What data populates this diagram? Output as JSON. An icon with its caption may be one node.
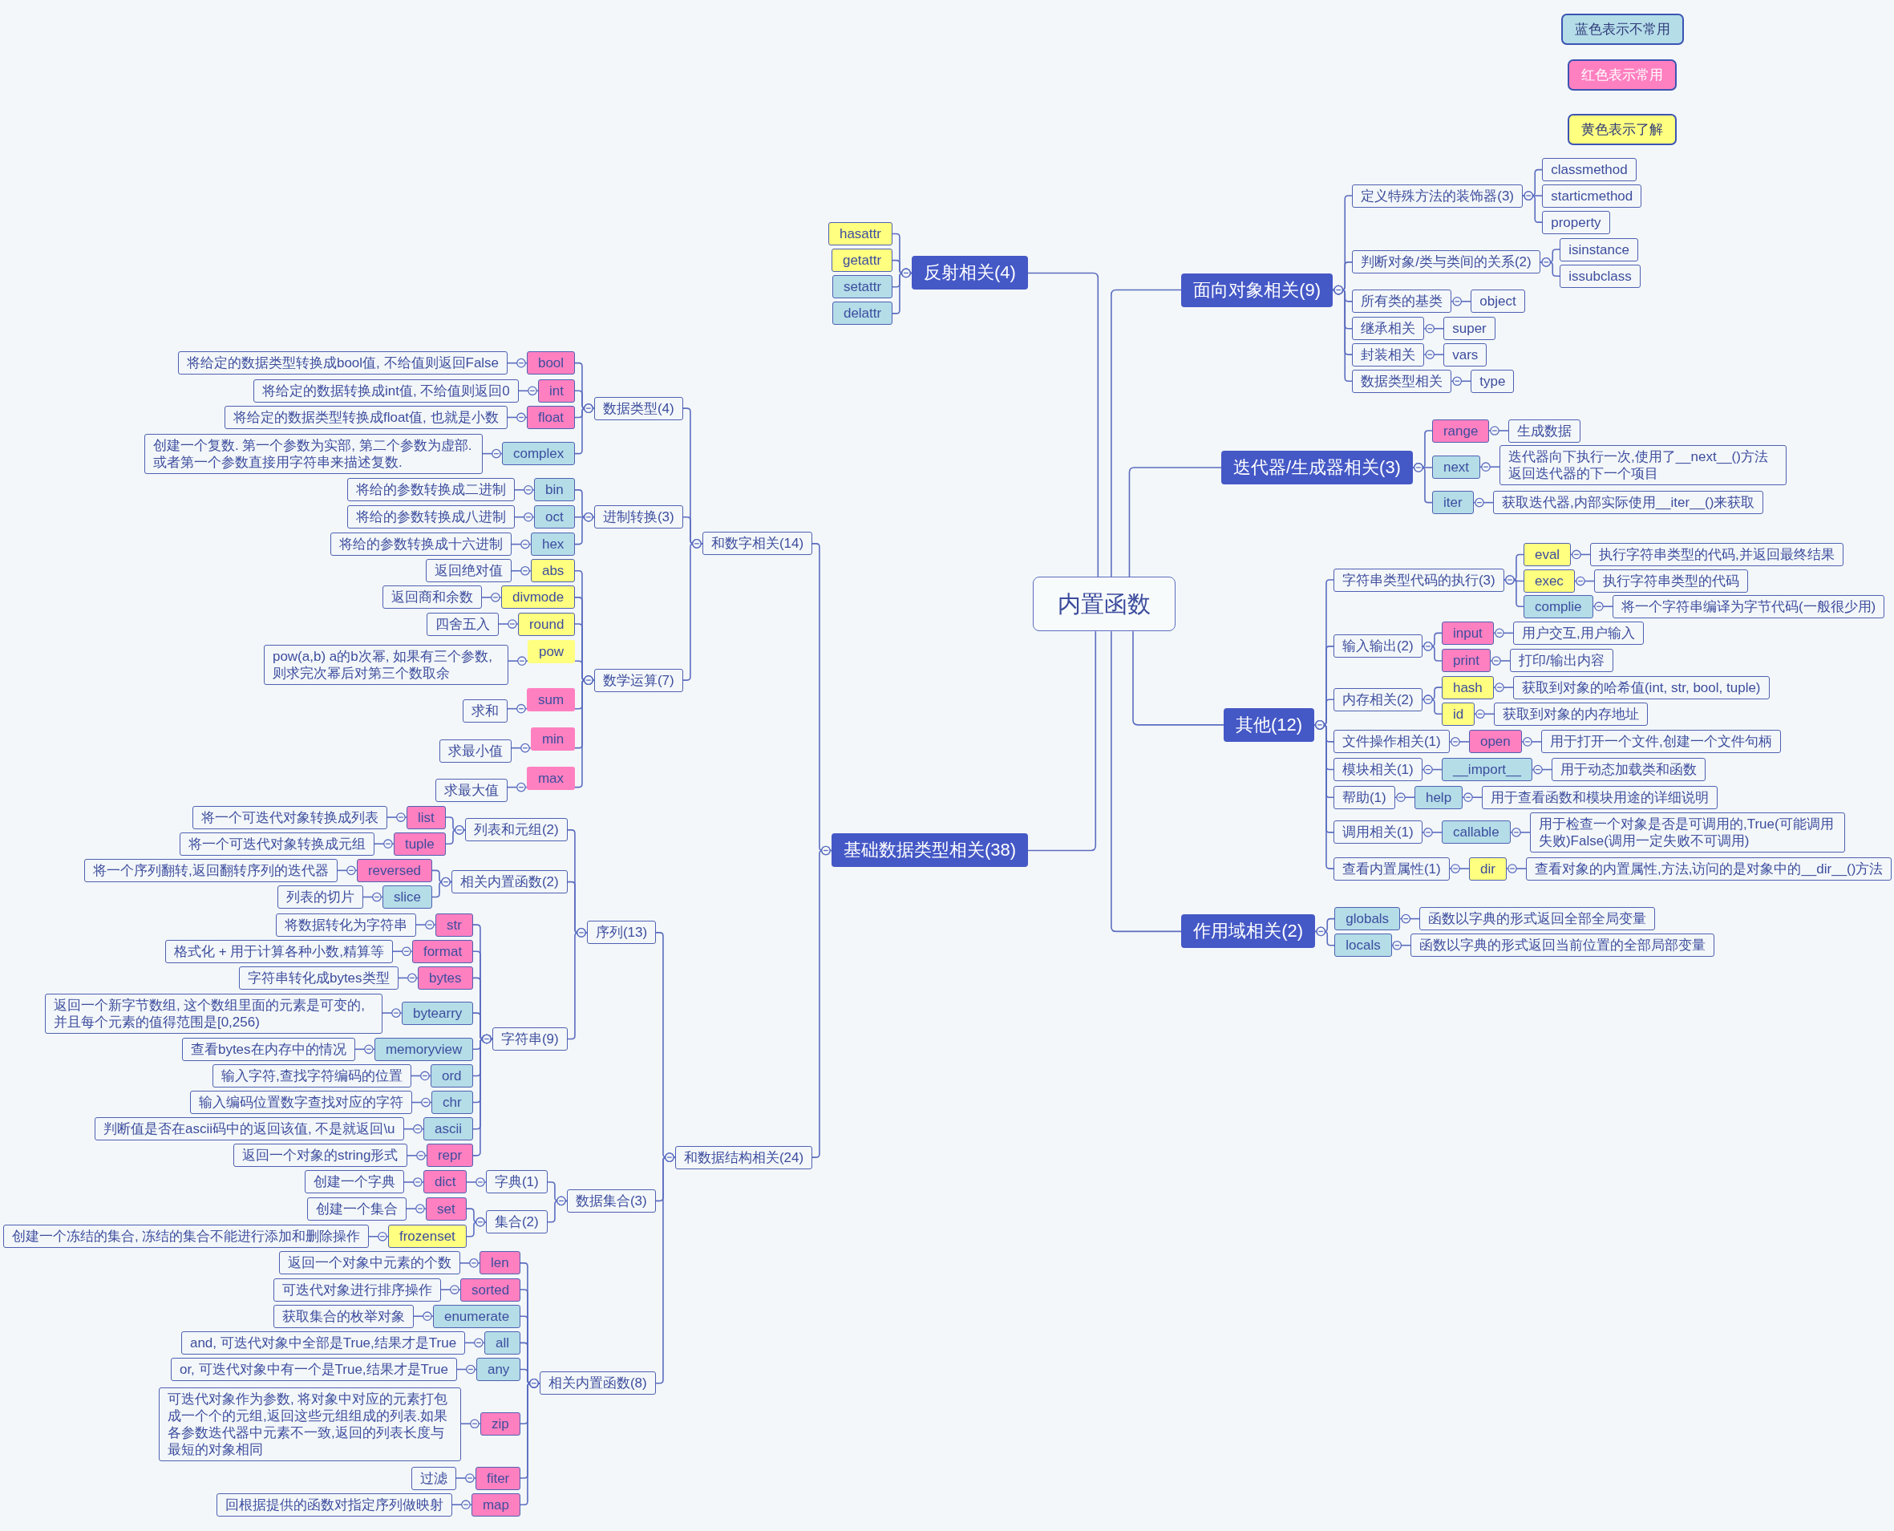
{
  "diagram": {
    "nodes": [
      {
        "text": [
          "内置函数"
        ]
      },
      {
        "text": [
          "面向对象相关(9)"
        ]
      },
      {
        "text": [
          "定义特殊方法的装饰器(3)"
        ]
      },
      {
        "text": [
          "classmethod"
        ]
      },
      {
        "text": [
          "starticmethod"
        ]
      },
      {
        "text": [
          "property"
        ]
      },
      {
        "text": [
          "判断对象/类与类间的关系(2)"
        ]
      },
      {
        "text": [
          "isinstance"
        ]
      },
      {
        "text": [
          "issubclass"
        ]
      },
      {
        "text": [
          "所有类的基类"
        ]
      },
      {
        "text": [
          "object"
        ]
      },
      {
        "text": [
          "继承相关"
        ]
      },
      {
        "text": [
          "super"
        ]
      },
      {
        "text": [
          "封装相关"
        ]
      },
      {
        "text": [
          "vars"
        ]
      },
      {
        "text": [
          "数据类型相关"
        ]
      },
      {
        "text": [
          "type"
        ]
      },
      {
        "text": [
          "迭代器/生成器相关(3)"
        ]
      },
      {
        "text": [
          "range"
        ]
      },
      {
        "text": [
          "生成数据"
        ]
      },
      {
        "text": [
          "next"
        ]
      },
      {
        "text": [
          "迭代器向下执行一次,使用了__next__()方法返回迭代器的下一个项目"
        ]
      },
      {
        "text": [
          "iter"
        ]
      },
      {
        "text": [
          "获取迭代器,内部实际使用__iter__()来获取"
        ]
      },
      {
        "text": [
          "其他(12)"
        ]
      },
      {
        "text": [
          "字符串类型代码的执行(3)"
        ]
      },
      {
        "text": [
          "eval"
        ]
      },
      {
        "text": [
          "执行字符串类型的代码,并返回最终结果"
        ]
      },
      {
        "text": [
          "exec"
        ]
      },
      {
        "text": [
          "执行字符串类型的代码"
        ]
      },
      {
        "text": [
          "complie"
        ]
      },
      {
        "text": [
          "将一个字符串编译为字节代码(一般很少用)"
        ]
      },
      {
        "text": [
          "输入输出(2)"
        ]
      },
      {
        "text": [
          "input"
        ]
      },
      {
        "text": [
          "用户交互,用户输入"
        ]
      },
      {
        "text": [
          "print"
        ]
      },
      {
        "text": [
          "打印/输出内容"
        ]
      },
      {
        "text": [
          "内存相关(2)"
        ]
      },
      {
        "text": [
          "hash"
        ]
      },
      {
        "text": [
          "获取到对象的哈希值(int, str, bool, tuple)"
        ]
      },
      {
        "text": [
          "id"
        ]
      },
      {
        "text": [
          "获取到对象的内存地址"
        ]
      },
      {
        "text": [
          "文件操作相关(1)"
        ]
      },
      {
        "text": [
          "open"
        ]
      },
      {
        "text": [
          "用于打开一个文件,创建一个文件句柄"
        ]
      },
      {
        "text": [
          "模块相关(1)"
        ]
      },
      {
        "text": [
          "__import__"
        ]
      },
      {
        "text": [
          "用于动态加载类和函数"
        ]
      },
      {
        "text": [
          "帮助(1)"
        ]
      },
      {
        "text": [
          "help"
        ]
      },
      {
        "text": [
          "用于查看函数和模块用途的详细说明"
        ]
      },
      {
        "text": [
          "调用相关(1)"
        ]
      },
      {
        "text": [
          "callable"
        ]
      },
      {
        "text": [
          "用于检查一个对象是否是可调用的,True(可能调用失败)False(调用一定失败不可调用)"
        ]
      },
      {
        "text": [
          "查看内置属性(1)"
        ]
      },
      {
        "text": [
          "dir"
        ]
      },
      {
        "text": [
          "查看对象的内置属性,方法,访问的是对象中的__dir__()方法"
        ]
      },
      {
        "text": [
          "作用域相关(2)"
        ]
      },
      {
        "text": [
          "globals"
        ]
      },
      {
        "text": [
          "函数以字典的形式返回全部全局变量"
        ]
      },
      {
        "text": [
          "locals"
        ]
      },
      {
        "text": [
          "函数以字典的形式返回当前位置的全部局部变量"
        ]
      },
      {
        "text": [
          "基础数据类型相关(38)"
        ]
      },
      {
        "text": [
          "和数字相关(14)"
        ]
      },
      {
        "text": [
          "数据类型(4)"
        ]
      },
      {
        "text": [
          "bool"
        ]
      },
      {
        "text": [
          "将给定的数据类型转换成bool值, 不给值则返回False"
        ]
      },
      {
        "text": [
          "int"
        ]
      },
      {
        "text": [
          "将给定的数据转换成int值, 不给值则返回0"
        ]
      },
      {
        "text": [
          "float"
        ]
      },
      {
        "text": [
          "将给定的数据类型转换成float值, 也就是小数"
        ]
      },
      {
        "text": [
          "complex"
        ]
      },
      {
        "text": [
          "创建一个复数. 第一个参数为实部, 第二个参数为虚部.或者第一个参数直接用字符串来描述复数."
        ]
      },
      {
        "text": [
          "进制转换(3)"
        ]
      },
      {
        "text": [
          "bin"
        ]
      },
      {
        "text": [
          "将给的参数转换成二进制"
        ]
      },
      {
        "text": [
          "oct"
        ]
      },
      {
        "text": [
          "将给的参数转换成八进制"
        ]
      },
      {
        "text": [
          "hex"
        ]
      },
      {
        "text": [
          "将给的参数转换成十六进制"
        ]
      },
      {
        "text": [
          "数学运算(7)"
        ]
      },
      {
        "text": [
          "abs"
        ]
      },
      {
        "text": [
          "返回绝对值"
        ]
      },
      {
        "text": [
          "divmode"
        ]
      },
      {
        "text": [
          "返回商和余数"
        ]
      },
      {
        "text": [
          "round"
        ]
      },
      {
        "text": [
          "四舍五入"
        ]
      },
      {
        "text": [
          "pow"
        ]
      },
      {
        "text": [
          "pow(a,b) a的b次幂, 如果有三个参数,则求完次幂后对第三个数取余"
        ]
      },
      {
        "text": [
          "sum"
        ]
      },
      {
        "text": [
          "求和"
        ]
      },
      {
        "text": [
          "min"
        ]
      },
      {
        "text": [
          "求最小值"
        ]
      },
      {
        "text": [
          "max"
        ]
      },
      {
        "text": [
          "求最大值"
        ]
      },
      {
        "text": [
          "和数据结构相关(24)"
        ]
      },
      {
        "text": [
          "序列(13)"
        ]
      },
      {
        "text": [
          "列表和元组(2)"
        ]
      },
      {
        "text": [
          "list"
        ]
      },
      {
        "text": [
          "将一个可迭代对象转换成列表"
        ]
      },
      {
        "text": [
          "tuple"
        ]
      },
      {
        "text": [
          "将一个可迭代对象转换成元组"
        ]
      },
      {
        "text": [
          "相关内置函数(2)"
        ]
      },
      {
        "text": [
          "reversed"
        ]
      },
      {
        "text": [
          "将一个序列翻转,返回翻转序列的迭代器"
        ]
      },
      {
        "text": [
          "slice"
        ]
      },
      {
        "text": [
          "列表的切片"
        ]
      },
      {
        "text": [
          "字符串(9)"
        ]
      },
      {
        "text": [
          "str"
        ]
      },
      {
        "text": [
          "将数据转化为字符串"
        ]
      },
      {
        "text": [
          "format"
        ]
      },
      {
        "text": [
          "格式化 + 用于计算各种小数,精算等"
        ]
      },
      {
        "text": [
          "bytes"
        ]
      },
      {
        "text": [
          "字符串转化成bytes类型"
        ]
      },
      {
        "text": [
          "bytearry"
        ]
      },
      {
        "text": [
          "返回一个新字节数组, 这个数组里面的元素是可变的,并且每个元素的值得范围是[0,256)"
        ]
      },
      {
        "text": [
          "memoryview"
        ]
      },
      {
        "text": [
          "查看bytes在内存中的情况"
        ]
      },
      {
        "text": [
          "ord"
        ]
      },
      {
        "text": [
          "输入字符,查找字符编码的位置"
        ]
      },
      {
        "text": [
          "chr"
        ]
      },
      {
        "text": [
          "输入编码位置数字查找对应的字符"
        ]
      },
      {
        "text": [
          "ascii"
        ]
      },
      {
        "text": [
          "判断值是否在ascii码中的返回该值, 不是就返回\\u"
        ]
      },
      {
        "text": [
          "repr"
        ]
      },
      {
        "text": [
          "返回一个对象的string形式"
        ]
      },
      {
        "text": [
          "数据集合(3)"
        ]
      },
      {
        "text": [
          "字典(1)"
        ]
      },
      {
        "text": [
          "dict"
        ]
      },
      {
        "text": [
          "创建一个字典"
        ]
      },
      {
        "text": [
          "集合(2)"
        ]
      },
      {
        "text": [
          "set"
        ]
      },
      {
        "text": [
          "创建一个集合"
        ]
      },
      {
        "text": [
          "frozenset"
        ]
      },
      {
        "text": [
          "创建一个冻结的集合, 冻结的集合不能进行添加和删除操作"
        ]
      },
      {
        "text": [
          "相关内置函数(8)"
        ]
      },
      {
        "text": [
          "len"
        ]
      },
      {
        "text": [
          "返回一个对象中元素的个数"
        ]
      },
      {
        "text": [
          "sorted"
        ]
      },
      {
        "text": [
          "可迭代对象进行排序操作"
        ]
      },
      {
        "text": [
          "enumerate"
        ]
      },
      {
        "text": [
          "获取集合的枚举对象"
        ]
      },
      {
        "text": [
          "all"
        ]
      },
      {
        "text": [
          "and, 可迭代对象中全部是True,结果才是True"
        ]
      },
      {
        "text": [
          "any"
        ]
      },
      {
        "text": [
          "or, 可迭代对象中有一个是True,结果才是True"
        ]
      },
      {
        "text": [
          "zip"
        ]
      },
      {
        "text": [
          "可迭代对象作为参数, 将对象中对应的元素打包成一个个的元组,返回这些元组组成的列表.如果各参数迭代器中元素不一致,返回的列表长度与最短的对象相同"
        ]
      },
      {
        "text": [
          "fiter"
        ]
      },
      {
        "text": [
          "过滤"
        ]
      },
      {
        "text": [
          "map"
        ]
      },
      {
        "text": [
          "回根据提供的函数对指定序列做映射"
        ]
      },
      {
        "text": [
          "反射相关(4)"
        ]
      },
      {
        "text": [
          "hasattr"
        ]
      },
      {
        "text": [
          "getattr"
        ]
      },
      {
        "text": [
          "setattr"
        ]
      },
      {
        "text": [
          "delattr"
        ]
      }
    ],
    "edges": [
      {
        "from": 0,
        "to": 1,
        "arrow": "none"
      },
      {
        "from": 1,
        "to": 2,
        "arrow": "other"
      },
      {
        "from": 2,
        "to": 3,
        "arrow": "other"
      },
      {
        "from": 2,
        "to": 4,
        "arrow": "other"
      },
      {
        "from": 2,
        "to": 5,
        "arrow": "other"
      },
      {
        "from": 1,
        "to": 6,
        "arrow": "other"
      },
      {
        "from": 6,
        "to": 7,
        "arrow": "other"
      },
      {
        "from": 6,
        "to": 8,
        "arrow": "other"
      },
      {
        "from": 1,
        "to": 9,
        "arrow": "other"
      },
      {
        "from": 9,
        "to": 10,
        "arrow": "other"
      },
      {
        "from": 1,
        "to": 11,
        "arrow": "other"
      },
      {
        "from": 11,
        "to": 12,
        "arrow": "other"
      },
      {
        "from": 1,
        "to": 13,
        "arrow": "other"
      },
      {
        "from": 13,
        "to": 14,
        "arrow": "other"
      },
      {
        "from": 1,
        "to": 15,
        "arrow": "other"
      },
      {
        "from": 15,
        "to": 16,
        "arrow": "other"
      },
      {
        "from": 0,
        "to": 17,
        "arrow": "none"
      },
      {
        "from": 17,
        "to": 18,
        "arrow": "other"
      },
      {
        "from": 18,
        "to": 19,
        "arrow": "other"
      },
      {
        "from": 17,
        "to": 20,
        "arrow": "other"
      },
      {
        "from": 20,
        "to": 21,
        "arrow": "other"
      },
      {
        "from": 17,
        "to": 22,
        "arrow": "other"
      },
      {
        "from": 22,
        "to": 23,
        "arrow": "other"
      },
      {
        "from": 0,
        "to": 24,
        "arrow": "none"
      },
      {
        "from": 24,
        "to": 25,
        "arrow": "other"
      },
      {
        "from": 25,
        "to": 26,
        "arrow": "other"
      },
      {
        "from": 26,
        "to": 27,
        "arrow": "other"
      },
      {
        "from": 25,
        "to": 28,
        "arrow": "other"
      },
      {
        "from": 28,
        "to": 29,
        "arrow": "other"
      },
      {
        "from": 25,
        "to": 30,
        "arrow": "other"
      },
      {
        "from": 30,
        "to": 31,
        "arrow": "other"
      },
      {
        "from": 24,
        "to": 32,
        "arrow": "other"
      },
      {
        "from": 32,
        "to": 33,
        "arrow": "other"
      },
      {
        "from": 33,
        "to": 34,
        "arrow": "other"
      },
      {
        "from": 32,
        "to": 35,
        "arrow": "other"
      },
      {
        "from": 35,
        "to": 36,
        "arrow": "other"
      },
      {
        "from": 24,
        "to": 37,
        "arrow": "other"
      },
      {
        "from": 37,
        "to": 38,
        "arrow": "other"
      },
      {
        "from": 38,
        "to": 39,
        "arrow": "other"
      },
      {
        "from": 37,
        "to": 40,
        "arrow": "other"
      },
      {
        "from": 40,
        "to": 41,
        "arrow": "other"
      },
      {
        "from": 24,
        "to": 42,
        "arrow": "other"
      },
      {
        "from": 42,
        "to": 43,
        "arrow": "other"
      },
      {
        "from": 43,
        "to": 44,
        "arrow": "other"
      },
      {
        "from": 24,
        "to": 45,
        "arrow": "other"
      },
      {
        "from": 45,
        "to": 46,
        "arrow": "other"
      },
      {
        "from": 46,
        "to": 47,
        "arrow": "other"
      },
      {
        "from": 24,
        "to": 48,
        "arrow": "other"
      },
      {
        "from": 48,
        "to": 49,
        "arrow": "other"
      },
      {
        "from": 49,
        "to": 50,
        "arrow": "other"
      },
      {
        "from": 24,
        "to": 51,
        "arrow": "other"
      },
      {
        "from": 51,
        "to": 52,
        "arrow": "other"
      },
      {
        "from": 52,
        "to": 53,
        "arrow": "other"
      },
      {
        "from": 24,
        "to": 54,
        "arrow": "other"
      },
      {
        "from": 54,
        "to": 55,
        "arrow": "other"
      },
      {
        "from": 55,
        "to": 56,
        "arrow": "other"
      },
      {
        "from": 0,
        "to": 57,
        "arrow": "none"
      },
      {
        "from": 57,
        "to": 58,
        "arrow": "other"
      },
      {
        "from": 58,
        "to": 59,
        "arrow": "other"
      },
      {
        "from": 57,
        "to": 60,
        "arrow": "other"
      },
      {
        "from": 60,
        "to": 61,
        "arrow": "other"
      },
      {
        "from": 0,
        "to": 62,
        "arrow": "none"
      },
      {
        "from": 62,
        "to": 63,
        "arrow": "other"
      },
      {
        "from": 63,
        "to": 64,
        "arrow": "other"
      },
      {
        "from": 64,
        "to": 65,
        "arrow": "other"
      },
      {
        "from": 65,
        "to": 66,
        "arrow": "other"
      },
      {
        "from": 64,
        "to": 67,
        "arrow": "other"
      },
      {
        "from": 67,
        "to": 68,
        "arrow": "other"
      },
      {
        "from": 64,
        "to": 69,
        "arrow": "other"
      },
      {
        "from": 69,
        "to": 70,
        "arrow": "other"
      },
      {
        "from": 64,
        "to": 71,
        "arrow": "other"
      },
      {
        "from": 71,
        "to": 72,
        "arrow": "other"
      },
      {
        "from": 63,
        "to": 73,
        "arrow": "other"
      },
      {
        "from": 73,
        "to": 74,
        "arrow": "other"
      },
      {
        "from": 74,
        "to": 75,
        "arrow": "other"
      },
      {
        "from": 73,
        "to": 76,
        "arrow": "other"
      },
      {
        "from": 76,
        "to": 77,
        "arrow": "other"
      },
      {
        "from": 73,
        "to": 78,
        "arrow": "other"
      },
      {
        "from": 78,
        "to": 79,
        "arrow": "other"
      },
      {
        "from": 63,
        "to": 80,
        "arrow": "other"
      },
      {
        "from": 80,
        "to": 81,
        "arrow": "other"
      },
      {
        "from": 81,
        "to": 82,
        "arrow": "other"
      },
      {
        "from": 80,
        "to": 83,
        "arrow": "other"
      },
      {
        "from": 83,
        "to": 84,
        "arrow": "other"
      },
      {
        "from": 80,
        "to": 85,
        "arrow": "other"
      },
      {
        "from": 85,
        "to": 86,
        "arrow": "other"
      },
      {
        "from": 80,
        "to": 87,
        "arrow": "other"
      },
      {
        "from": 87,
        "to": 88,
        "arrow": "other"
      },
      {
        "from": 80,
        "to": 89,
        "arrow": "other"
      },
      {
        "from": 89,
        "to": 90,
        "arrow": "other"
      },
      {
        "from": 80,
        "to": 91,
        "arrow": "other"
      },
      {
        "from": 91,
        "to": 92,
        "arrow": "other"
      },
      {
        "from": 80,
        "to": 93,
        "arrow": "other"
      },
      {
        "from": 93,
        "to": 94,
        "arrow": "other"
      },
      {
        "from": 62,
        "to": 95,
        "arrow": "other"
      },
      {
        "from": 95,
        "to": 96,
        "arrow": "other"
      },
      {
        "from": 96,
        "to": 97,
        "arrow": "other"
      },
      {
        "from": 97,
        "to": 98,
        "arrow": "other"
      },
      {
        "from": 98,
        "to": 99,
        "arrow": "other"
      },
      {
        "from": 97,
        "to": 100,
        "arrow": "other"
      },
      {
        "from": 100,
        "to": 101,
        "arrow": "other"
      },
      {
        "from": 96,
        "to": 102,
        "arrow": "other"
      },
      {
        "from": 102,
        "to": 103,
        "arrow": "other"
      },
      {
        "from": 103,
        "to": 104,
        "arrow": "other"
      },
      {
        "from": 102,
        "to": 105,
        "arrow": "other"
      },
      {
        "from": 105,
        "to": 106,
        "arrow": "other"
      },
      {
        "from": 96,
        "to": 107,
        "arrow": "other"
      },
      {
        "from": 107,
        "to": 108,
        "arrow": "other"
      },
      {
        "from": 108,
        "to": 109,
        "arrow": "other"
      },
      {
        "from": 107,
        "to": 110,
        "arrow": "other"
      },
      {
        "from": 110,
        "to": 111,
        "arrow": "other"
      },
      {
        "from": 107,
        "to": 112,
        "arrow": "other"
      },
      {
        "from": 112,
        "to": 113,
        "arrow": "other"
      },
      {
        "from": 107,
        "to": 114,
        "arrow": "other"
      },
      {
        "from": 114,
        "to": 115,
        "arrow": "other"
      },
      {
        "from": 107,
        "to": 116,
        "arrow": "other"
      },
      {
        "from": 116,
        "to": 117,
        "arrow": "other"
      },
      {
        "from": 107,
        "to": 118,
        "arrow": "other"
      },
      {
        "from": 118,
        "to": 119,
        "arrow": "other"
      },
      {
        "from": 107,
        "to": 120,
        "arrow": "other"
      },
      {
        "from": 120,
        "to": 121,
        "arrow": "other"
      },
      {
        "from": 107,
        "to": 122,
        "arrow": "other"
      },
      {
        "from": 122,
        "to": 123,
        "arrow": "other"
      },
      {
        "from": 107,
        "to": 124,
        "arrow": "other"
      },
      {
        "from": 124,
        "to": 125,
        "arrow": "other"
      },
      {
        "from": 95,
        "to": 126,
        "arrow": "other"
      },
      {
        "from": 126,
        "to": 127,
        "arrow": "other"
      },
      {
        "from": 127,
        "to": 128,
        "arrow": "other"
      },
      {
        "from": 128,
        "to": 129,
        "arrow": "other"
      },
      {
        "from": 126,
        "to": 130,
        "arrow": "other"
      },
      {
        "from": 130,
        "to": 131,
        "arrow": "other"
      },
      {
        "from": 131,
        "to": 132,
        "arrow": "other"
      },
      {
        "from": 130,
        "to": 133,
        "arrow": "other"
      },
      {
        "from": 133,
        "to": 134,
        "arrow": "other"
      },
      {
        "from": 95,
        "to": 135,
        "arrow": "other"
      },
      {
        "from": 135,
        "to": 136,
        "arrow": "other"
      },
      {
        "from": 136,
        "to": 137,
        "arrow": "other"
      },
      {
        "from": 135,
        "to": 138,
        "arrow": "other"
      },
      {
        "from": 138,
        "to": 139,
        "arrow": "other"
      },
      {
        "from": 135,
        "to": 140,
        "arrow": "other"
      },
      {
        "from": 140,
        "to": 141,
        "arrow": "other"
      },
      {
        "from": 135,
        "to": 142,
        "arrow": "other"
      },
      {
        "from": 142,
        "to": 143,
        "arrow": "other"
      },
      {
        "from": 135,
        "to": 144,
        "arrow": "other"
      },
      {
        "from": 144,
        "to": 145,
        "arrow": "other"
      },
      {
        "from": 135,
        "to": 146,
        "arrow": "other"
      },
      {
        "from": 146,
        "to": 147,
        "arrow": "other"
      },
      {
        "from": 135,
        "to": 148,
        "arrow": "other"
      },
      {
        "from": 148,
        "to": 149,
        "arrow": "other"
      },
      {
        "from": 135,
        "to": 150,
        "arrow": "other"
      },
      {
        "from": 150,
        "to": 151,
        "arrow": "other"
      },
      {
        "from": 0,
        "to": 152,
        "arrow": "none"
      },
      {
        "from": 152,
        "to": 153,
        "arrow": "other"
      },
      {
        "from": 152,
        "to": 154,
        "arrow": "other"
      },
      {
        "from": 152,
        "to": 155,
        "arrow": "other"
      },
      {
        "from": 152,
        "to": 156,
        "arrow": "other"
      }
    ],
    "legend": [
      {
        "text": "蓝色表示不常用",
        "color": "#b4dde8"
      },
      {
        "text": "红色表示常用",
        "color": "#ff80c0"
      },
      {
        "text": "黄色表示了解",
        "color": "#ffff80"
      }
    ]
  }
}
